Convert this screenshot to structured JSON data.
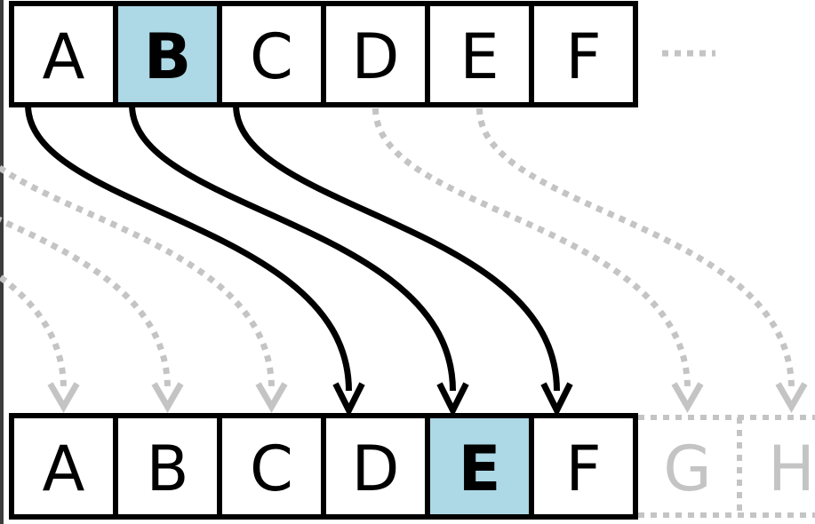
{
  "top_row": {
    "letters": [
      "A",
      "B",
      "C",
      "D",
      "E",
      "F"
    ],
    "highlighted_index": 1,
    "continuation": "dotted"
  },
  "bottom_row": {
    "letters": [
      "A",
      "B",
      "C",
      "D",
      "E",
      "F"
    ],
    "ghost_letters": [
      "G",
      "H"
    ],
    "highlighted_index": 4
  },
  "shift": 3,
  "colors": {
    "highlight": "#add8e6",
    "stroke": "#000000",
    "ghost": "#c4c4c4",
    "background": "#ffffff"
  }
}
